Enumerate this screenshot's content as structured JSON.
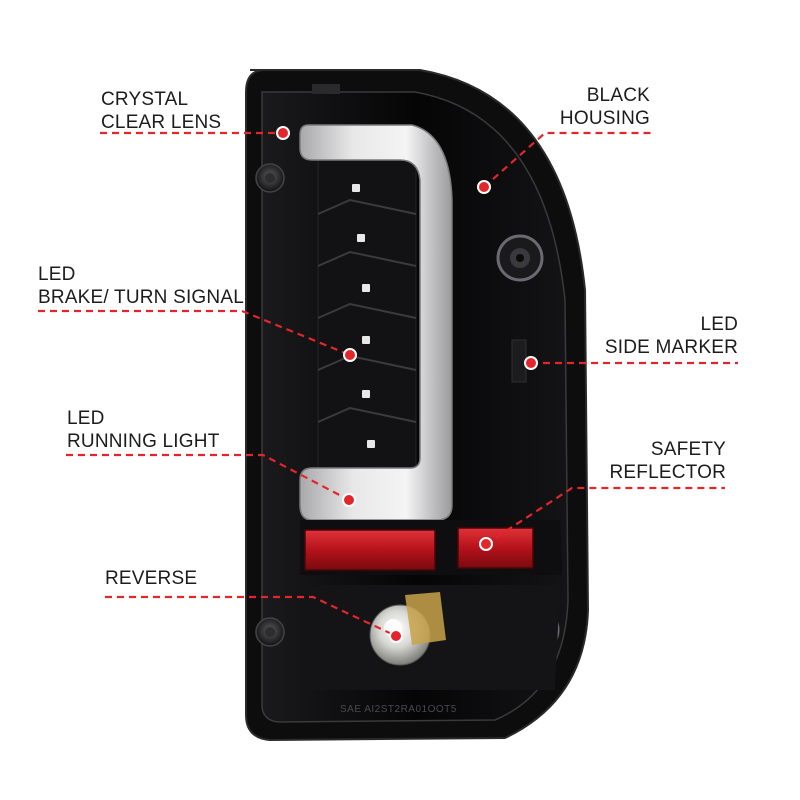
{
  "callouts": {
    "crystal_clear_lens": {
      "line1": "CRYSTAL",
      "line2": "CLEAR LENS"
    },
    "black_housing": {
      "line1": "BLACK",
      "line2": "HOUSING"
    },
    "led_brake_turn": {
      "line1": "LED",
      "line2": "BRAKE/ TURN SIGNAL"
    },
    "led_side_marker": {
      "line1": "LED",
      "line2": "SIDE MARKER"
    },
    "led_running_light": {
      "line1": "LED",
      "line2": "RUNNING LIGHT"
    },
    "safety_reflector": {
      "line1": "SAFETY",
      "line2": "REFLECTOR"
    },
    "reverse": {
      "line1": "REVERSE"
    }
  },
  "lens_marking": "SAE AI2ST2RA01OOT5",
  "colors": {
    "callout_line": "#e3262b",
    "callout_dot": "#e3262b",
    "housing": "#0b0b0c",
    "light_bar": "#d9d9d9",
    "reflector": "#c8171d",
    "label_text": "#1c1c1c"
  }
}
